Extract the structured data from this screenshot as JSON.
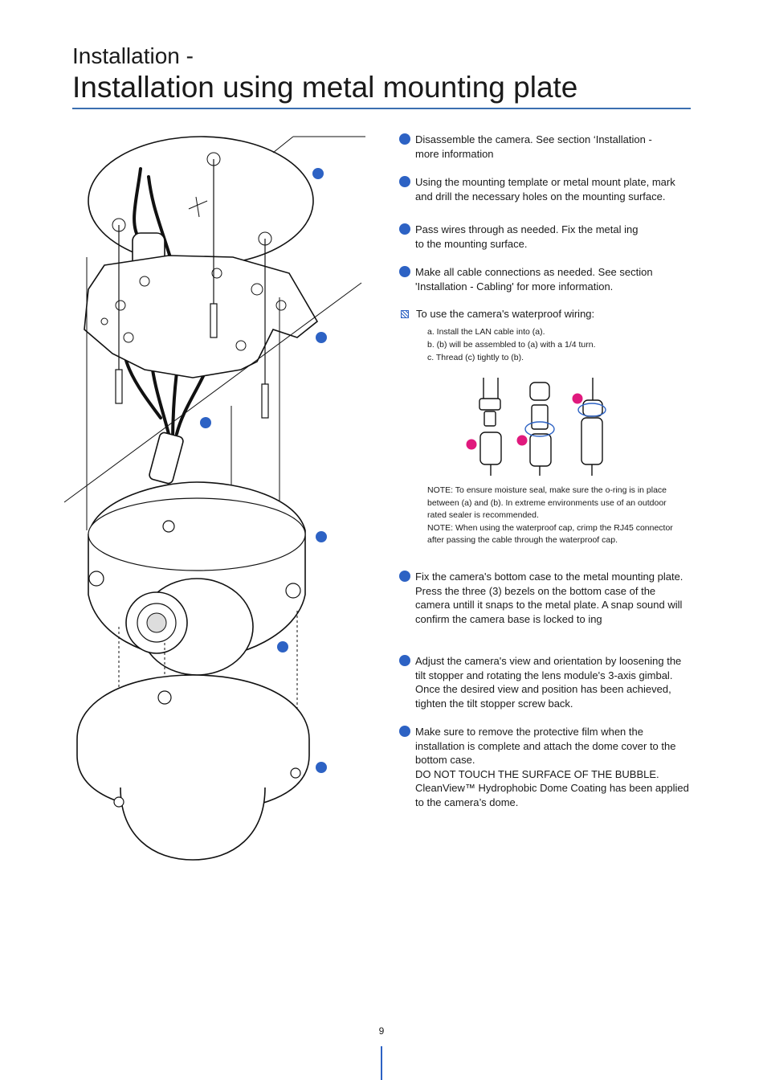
{
  "header": {
    "subtitle": "Installation -",
    "title": "Installation using metal mounting plate"
  },
  "steps": [
    {
      "text": "Disassemble the camera. See section ‘Installation -\n                                 more information"
    },
    {
      "text": "Using the mounting template or metal mount plate, mark and drill the necessary holes on the mounting surface."
    },
    {
      "text": "Pass wires through as needed. Fix the metal              ing\n          to the mounting surface."
    },
    {
      "text": "Make all cable connections as needed. See section 'Installation - Cabling' for more information."
    },
    {
      "text": "Fix the camera's bottom case to the metal mounting plate. Press the three (3) bezels on the bottom case of the camera untill it snaps to the metal plate. A snap sound will confirm the camera base is locked to                    ing"
    },
    {
      "text": "Adjust the camera's view and orientation by loosening the tilt stopper and rotating the lens module's 3-axis gimbal. Once the desired view and position has been achieved, tighten the tilt stopper screw back."
    },
    {
      "text": "Make sure to remove the protective film when the installation is complete and attach the dome cover to the bottom case.\nDO NOT TOUCH THE SURFACE OF THE BUBBLE.\nCleanView™ Hydrophobic Dome Coating has been applied to the camera’s dome."
    }
  ],
  "waterproof": {
    "heading": "To use the camera's waterproof wiring:",
    "substeps": [
      "a. Install the LAN cable into (a).",
      "b. (b) will be assembled to (a) with a 1/4 turn.",
      "c. Thread (c) tightly to (b)."
    ],
    "notes": "NOTE: To ensure moisture seal, make sure the o-ring is in place between (a) and (b). In extreme environments use of an outdoor rated sealer is recommended.\nNOTE: When using the waterproof cap, crimp the RJ45 connector after passing the cable through the waterproof cap."
  },
  "page_number": "9",
  "colors": {
    "accent": "#2d62c4",
    "rule": "#3b6fb0",
    "marker": "#e0197d"
  }
}
